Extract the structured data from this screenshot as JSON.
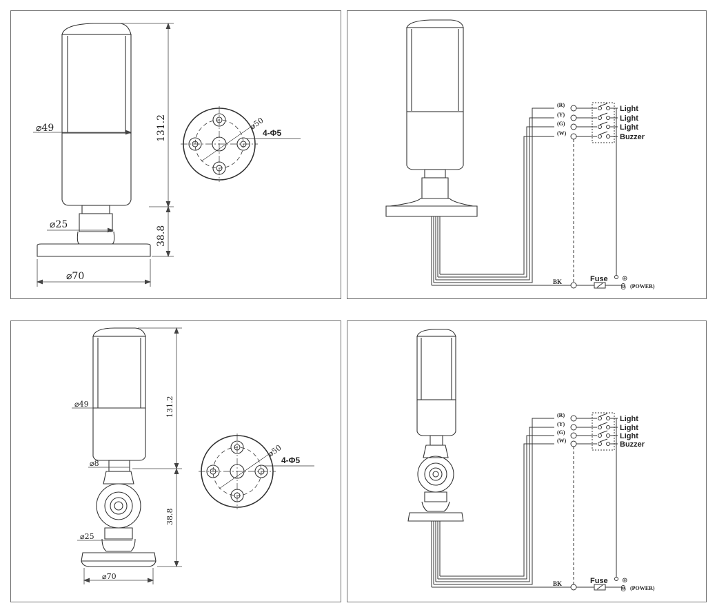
{
  "panels": {
    "top_left": {
      "dims": {
        "height_upper": "131.2",
        "height_lower": "38.8",
        "dia_body": "⌀49",
        "dia_neck": "⌀25",
        "dia_base": "⌀70",
        "dia_pcd": "⌀50",
        "holes": "4-Φ5"
      }
    },
    "top_right": {
      "wires": [
        "(R)",
        "(Y)",
        "(G)",
        "(W)"
      ],
      "outputs": [
        "Light",
        "Light",
        "Light",
        "Buzzer"
      ],
      "bk": "BK",
      "fuse": "Fuse",
      "power": "(POWER)",
      "plus": "⊕",
      "minus": "⊖"
    },
    "bottom_left": {
      "dims": {
        "height_upper": "131.2",
        "height_lower": "38.8",
        "dia_body": "⌀49",
        "dia_small": "⌀8",
        "dia_neck": "⌀25",
        "dia_base": "⌀70",
        "dia_pcd": "⌀50",
        "holes": "4-Φ5"
      }
    },
    "bottom_right": {
      "wires": [
        "(R)",
        "(Y)",
        "(G)",
        "(W)"
      ],
      "outputs": [
        "Light",
        "Light",
        "Light",
        "Buzzer"
      ],
      "bk": "BK",
      "fuse": "Fuse",
      "power": "(POWER)",
      "plus": "⊕",
      "minus": "⊖"
    }
  }
}
